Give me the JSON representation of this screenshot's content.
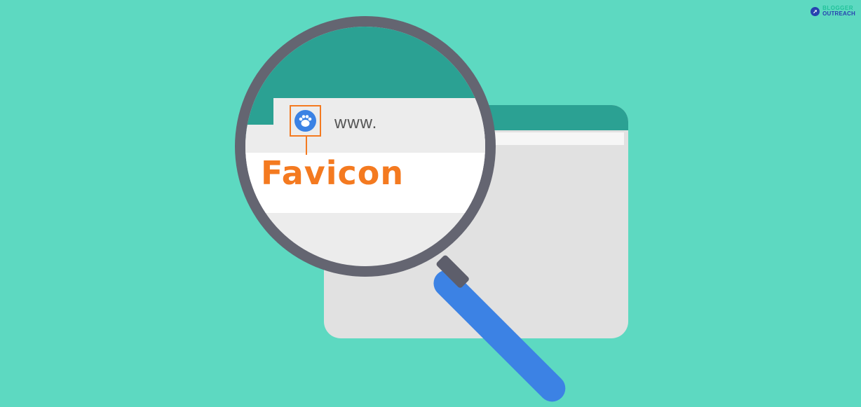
{
  "logo": {
    "line1": "BLOGGER",
    "line2": "OUTREACH"
  },
  "magnifier": {
    "url_text": "www.",
    "label": "Favicon"
  },
  "icons": {
    "favicon": "paw-icon",
    "logo_mark": "rocket-icon"
  },
  "colors": {
    "background": "#5dd9c1",
    "accent_teal": "#2ba193",
    "label_orange": "#f47a20",
    "handle_blue": "#3c82e4"
  }
}
